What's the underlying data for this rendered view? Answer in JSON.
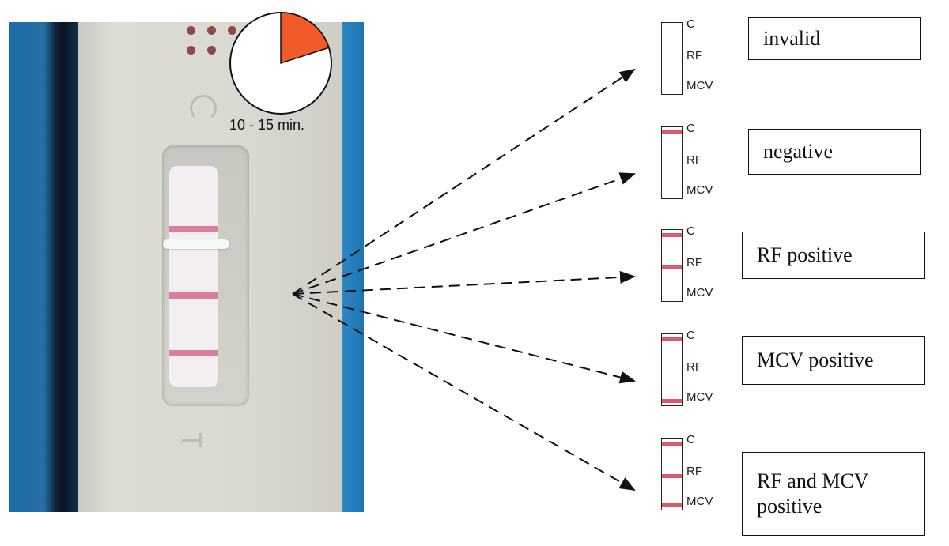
{
  "timer": {
    "label": "10 - 15 min.",
    "elapsed_fraction": 0.2,
    "fill_color": "#f15a29"
  },
  "strip_label_color": "#e0566b",
  "results": [
    {
      "label": "invalid",
      "bands": {
        "C": false,
        "RF": false,
        "MCV": false
      }
    },
    {
      "label": "negative",
      "bands": {
        "C": true,
        "RF": false,
        "MCV": false
      }
    },
    {
      "label": "RF positive",
      "bands": {
        "C": true,
        "RF": true,
        "MCV": false
      }
    },
    {
      "label": "MCV positive",
      "bands": {
        "C": true,
        "RF": false,
        "MCV": true
      }
    },
    {
      "label": "RF and MCV positive",
      "bands": {
        "C": true,
        "RF": true,
        "MCV": true
      }
    }
  ],
  "band_names": {
    "C": "C",
    "RF": "RF",
    "MCV": "MCV"
  }
}
